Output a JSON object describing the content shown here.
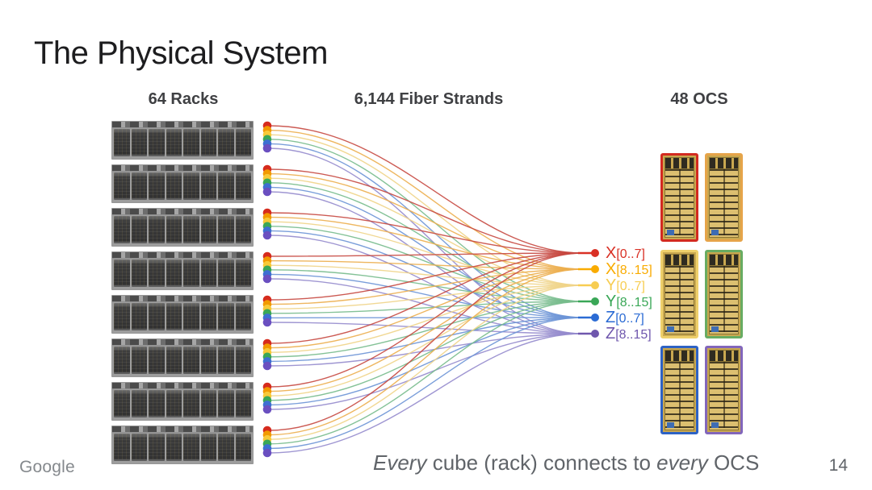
{
  "slide": {
    "title": "The Physical System",
    "page_number": "14",
    "footer_logo": "Google",
    "caption_parts": [
      {
        "text": "Every",
        "italic": true
      },
      {
        "text": " cube (rack) connects to ",
        "italic": false
      },
      {
        "text": "every",
        "italic": true
      },
      {
        "text": " OCS",
        "italic": false
      }
    ]
  },
  "columns": {
    "racks_header": "64 Racks",
    "fibers_header": "6,144 Fiber Strands",
    "ocs_header": "48 OCS"
  },
  "diagram": {
    "rack_rows": 8,
    "units_per_rack": 8,
    "groups": [
      {
        "axis": "X",
        "range": "[0..7]",
        "label_color": "#d93025",
        "curve_color": "#c74840",
        "dot_color": "#d62b1d",
        "ocs_border": "#d32a20"
      },
      {
        "axis": "X",
        "range": "[8..15]",
        "label_color": "#f9ab00",
        "curve_color": "#ecae4e",
        "dot_color": "#f29900",
        "ocs_border": "#e6a44a"
      },
      {
        "axis": "Y",
        "range": "[0..7]",
        "label_color": "#f7cd52",
        "curve_color": "#f0d488",
        "dot_color": "#f7c938",
        "ocs_border": "#efd06b"
      },
      {
        "axis": "Y",
        "range": "[8..15]",
        "label_color": "#3aa757",
        "curve_color": "#77bb8c",
        "dot_color": "#3aa757",
        "ocs_border": "#68ac62"
      },
      {
        "axis": "Z",
        "range": "[0..7]",
        "label_color": "#2b6bd4",
        "curve_color": "#6b93d6",
        "dot_color": "#3d6fd2",
        "ocs_border": "#2e62c4"
      },
      {
        "axis": "Z",
        "range": "[8..15]",
        "label_color": "#6f57ad",
        "curve_color": "#958bcd",
        "dot_color": "#6a4fc0",
        "ocs_border": "#8266bb"
      }
    ]
  }
}
